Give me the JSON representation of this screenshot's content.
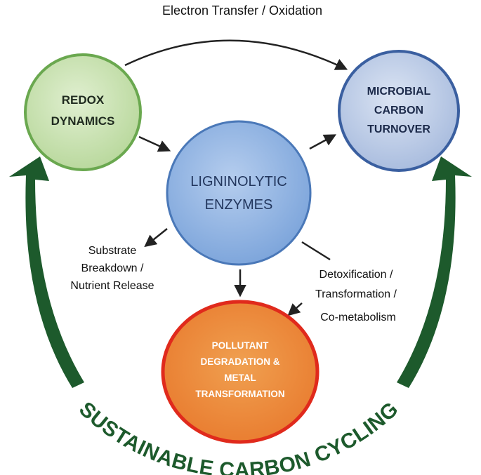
{
  "top_arrow_label": "Electron Transfer / Oxidation",
  "nodes": {
    "redox": {
      "lines": [
        "REDOX",
        "DYNAMICS"
      ],
      "fill": "#c9e2b0",
      "stroke": "#6aa84f",
      "text_color": "#1f2a1f"
    },
    "microbial": {
      "lines": [
        "MICROBIAL",
        "CARBON",
        "TURNOVER"
      ],
      "fill": "#b8c9e6",
      "stroke": "#3a5fa0",
      "text_color": "#1c2a4a"
    },
    "ligninolytic": {
      "lines": [
        "LIGNINOLYTIC",
        "ENZYMES"
      ],
      "fill": "#8fb4e3",
      "stroke": "#4a78b8",
      "text_color": "#23375e"
    },
    "pollutant": {
      "lines": [
        "POLLUTANT",
        "DEGRADATION &",
        "METAL",
        "TRANSFORMATION"
      ],
      "fill": "#ec8a3c",
      "stroke": "#e02a1c",
      "text_color": "#ffffff"
    }
  },
  "left_label": [
    "Substrate",
    "Breakdown /",
    "Nutrient Release"
  ],
  "right_label": [
    "Detoxification /",
    "Transformation /",
    "Co-metabolism"
  ],
  "cycle_label": "SUSTAINABLE CARBON CYCLING",
  "colors": {
    "cycle_arrow": "#1d5a2c",
    "arrow": "#222222"
  }
}
